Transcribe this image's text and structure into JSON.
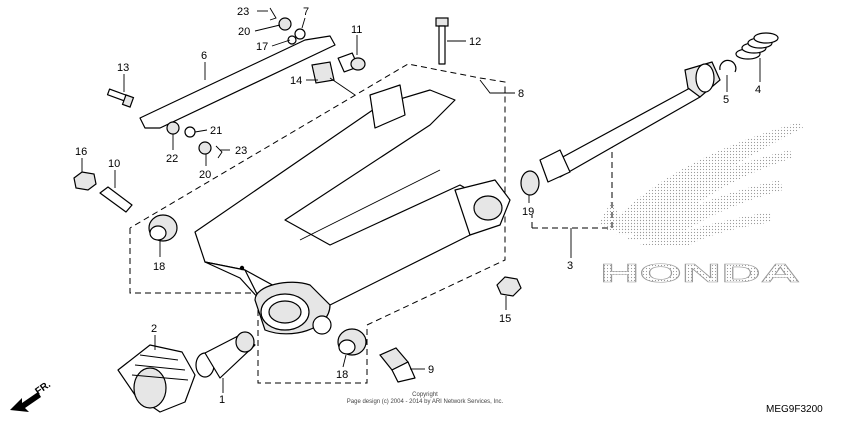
{
  "diagram": {
    "callouts": [
      {
        "id": "c1",
        "label": "1"
      },
      {
        "id": "c2",
        "label": "2"
      },
      {
        "id": "c3",
        "label": "3"
      },
      {
        "id": "c4",
        "label": "4"
      },
      {
        "id": "c5",
        "label": "5"
      },
      {
        "id": "c6",
        "label": "6"
      },
      {
        "id": "c7",
        "label": "7"
      },
      {
        "id": "c8",
        "label": "8"
      },
      {
        "id": "c9",
        "label": "9"
      },
      {
        "id": "c10",
        "label": "10"
      },
      {
        "id": "c11",
        "label": "11"
      },
      {
        "id": "c12",
        "label": "12"
      },
      {
        "id": "c13",
        "label": "13"
      },
      {
        "id": "c14",
        "label": "14"
      },
      {
        "id": "c15",
        "label": "15"
      },
      {
        "id": "c16",
        "label": "16"
      },
      {
        "id": "c17",
        "label": "17"
      },
      {
        "id": "c18a",
        "label": "18"
      },
      {
        "id": "c18b",
        "label": "18"
      },
      {
        "id": "c19",
        "label": "19"
      },
      {
        "id": "c20a",
        "label": "20"
      },
      {
        "id": "c20b",
        "label": "20"
      },
      {
        "id": "c21",
        "label": "21"
      },
      {
        "id": "c22",
        "label": "22"
      },
      {
        "id": "c23a",
        "label": "23"
      },
      {
        "id": "c23b",
        "label": "23"
      }
    ],
    "direction_label": "FR.",
    "watermark": "HONDA",
    "copyright_line1": "Copyright",
    "copyright_line2": "Page design (c) 2004 - 2014 by ARI Network Services, Inc.",
    "diagram_code": "MEG9F3200"
  }
}
